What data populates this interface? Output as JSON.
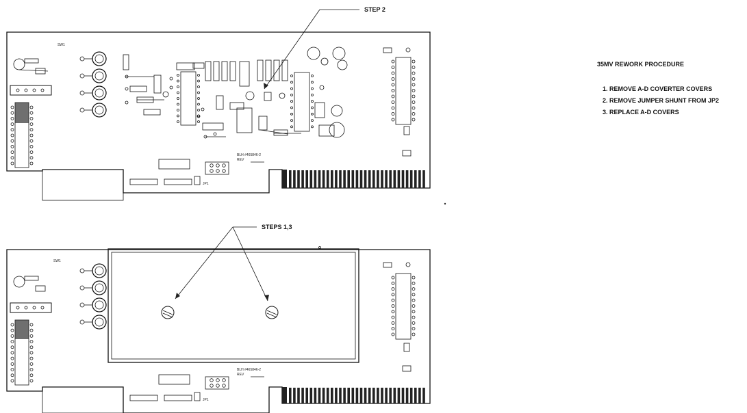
{
  "callouts": {
    "top": "STEP 2",
    "bottom": "STEPS 1,3"
  },
  "procedure": {
    "title": "35MV REWORK PROCEDURE",
    "steps": [
      "1. REMOVE A-D COVERTER COVERS",
      "2. REMOVE JUMPER SHUNT FROM JP2",
      "3. REPLACE A-D COVERS"
    ]
  },
  "board": {
    "part_number": "BLH #465846-2",
    "rev": "REV"
  }
}
